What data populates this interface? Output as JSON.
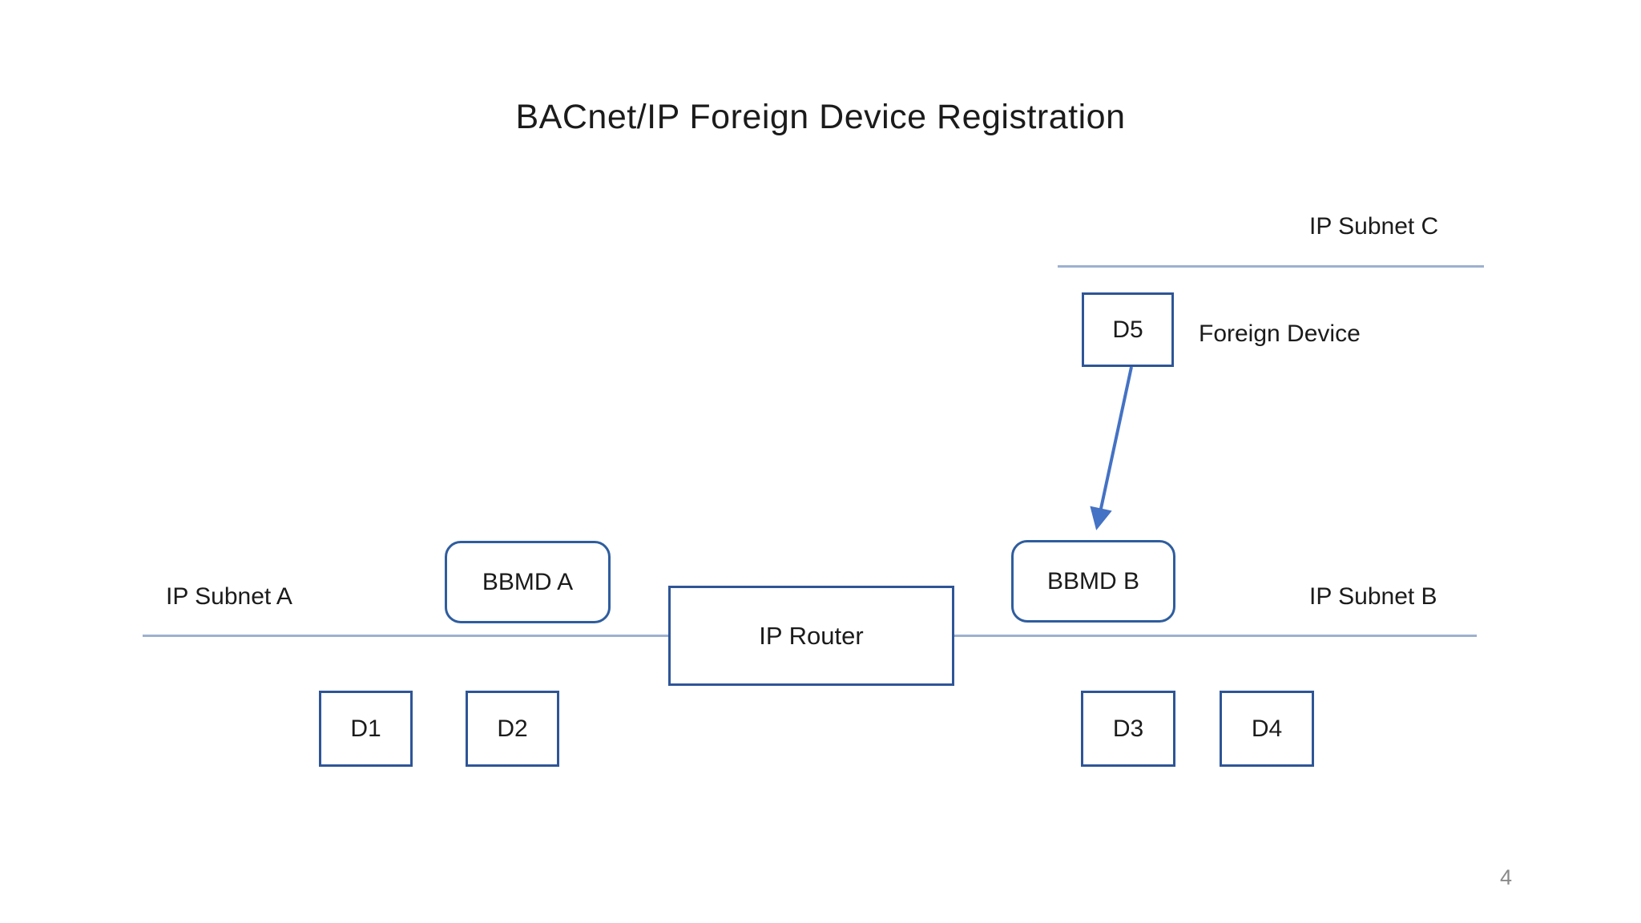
{
  "slide": {
    "title": "BACnet/IP Foreign Device Registration",
    "page_number": "4"
  },
  "diagram": {
    "subnets": [
      {
        "id": "A",
        "label": "IP Subnet A"
      },
      {
        "id": "B",
        "label": "IP Subnet B"
      },
      {
        "id": "C",
        "label": "IP Subnet C"
      }
    ],
    "nodes": {
      "d1": {
        "label": "D1"
      },
      "d2": {
        "label": "D2"
      },
      "d3": {
        "label": "D3"
      },
      "d4": {
        "label": "D4"
      },
      "d5": {
        "label": "D5"
      },
      "bbmd_a": {
        "label": "BBMD A"
      },
      "bbmd_b": {
        "label": "BBMD B"
      },
      "ip_router": {
        "label": "IP Router"
      }
    },
    "annotations": {
      "foreign_device": "Foreign Device"
    },
    "arrow": {
      "from": "D5",
      "to": "BBMD B"
    }
  },
  "colors": {
    "box_border": "#2e5597",
    "rounded_box_border": "#2f5d9e",
    "arrow": "#4472c4",
    "subnet_line": "#9db0d0",
    "text": "#1b1b1b",
    "page_number": "#8a8a8a"
  }
}
